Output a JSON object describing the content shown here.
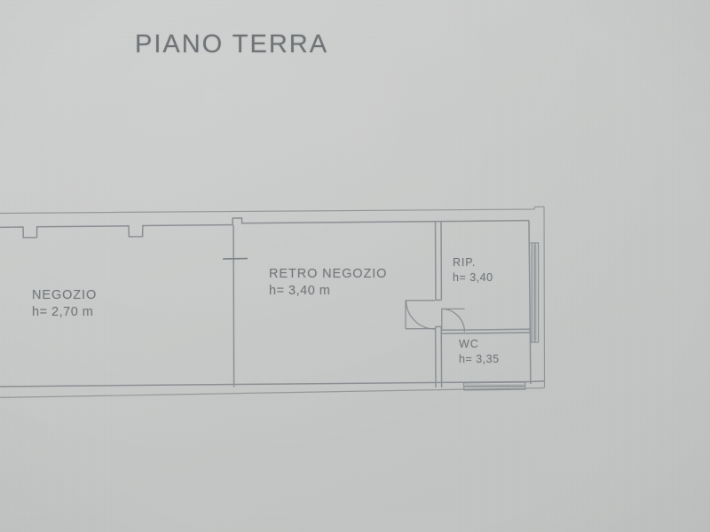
{
  "document": {
    "type": "architectural-floor-plan",
    "title": "PIANO TERRA",
    "medium": "photograph of printed plan",
    "line_color": "#8b8f93",
    "text_color": "#74787b",
    "paper_color": "#c6c8c7"
  },
  "rooms": [
    {
      "id": "negozio",
      "name": "NEGOZIO",
      "height_label": "h= 2,70 m",
      "height_value": 2.7,
      "height_unit": "m"
    },
    {
      "id": "retro-negozio",
      "name": "RETRO NEGOZIO",
      "height_label": "h= 3,40 m",
      "height_value": 3.4,
      "height_unit": "m"
    },
    {
      "id": "rip",
      "name": "RIP.",
      "height_label": "h= 3,40",
      "height_value": 3.4,
      "height_unit": ""
    },
    {
      "id": "wc",
      "name": "WC",
      "height_label": "h= 3,35",
      "height_value": 3.35,
      "height_unit": ""
    }
  ],
  "features": {
    "wall_niches": 2,
    "doors": 2,
    "windows": 2,
    "partition_tick_marks": 1
  }
}
